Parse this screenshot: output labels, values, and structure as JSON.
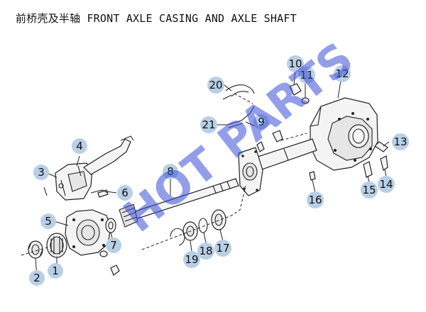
{
  "title": {
    "chinese": "前桥壳及半轴",
    "english": "FRONT AXLE CASING AND AXLE SHAFT"
  },
  "watermark": "HOT PARTS",
  "colors": {
    "callout": "#b9cfe6",
    "watermark": "#3b4fd6"
  },
  "callouts": [
    "1",
    "2",
    "3",
    "4",
    "5",
    "6",
    "7",
    "8",
    "9",
    "10",
    "11",
    "12",
    "13",
    "14",
    "15",
    "16",
    "17",
    "18",
    "19",
    "20",
    "21"
  ]
}
